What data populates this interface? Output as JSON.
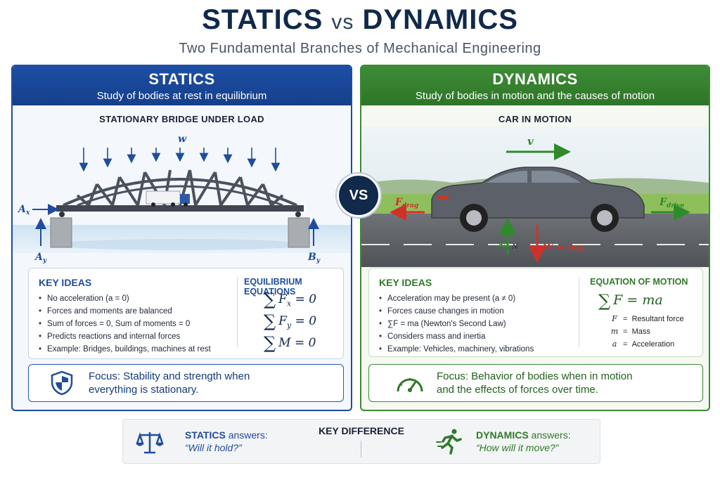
{
  "header": {
    "title_a": "STATICS",
    "title_vs": "vs",
    "title_b": "DYNAMICS",
    "subtitle": "Two Fundamental Branches of Mechanical Engineering"
  },
  "vs_badge": "VS",
  "statics": {
    "heading": "STATICS",
    "subheading": "Study of bodies at rest in equilibrium",
    "scene_label": "STATIONARY BRIDGE UNDER LOAD",
    "load_label": "w",
    "reaction_ax": "A",
    "reaction_ax_sub": "x",
    "reaction_ay": "A",
    "reaction_ay_sub": "y",
    "reaction_by": "B",
    "reaction_by_sub": "y",
    "ideas_title": "KEY IDEAS",
    "ideas": [
      "No acceleration (a = 0)",
      "Forces and moments are balanced",
      "Sum of forces = 0, Sum of moments = 0",
      "Predicts reactions and internal forces",
      "Example: Bridges, buildings, machines at rest"
    ],
    "equations_title": "EQUILIBRIUM EQUATIONS",
    "equations": [
      "F",
      "F",
      "M"
    ],
    "equations_sub": [
      "x",
      "y",
      ""
    ],
    "equations_rhs": "= 0",
    "focus_line1": "Focus: Stability and strength when",
    "focus_line2": "everything is stationary.",
    "accent": "#1f4d9e"
  },
  "dynamics": {
    "heading": "DYNAMICS",
    "subheading": "Study of bodies in motion and the causes of motion",
    "scene_label": "CAR IN MOTION",
    "velocity_label": "v",
    "drag_label": "F",
    "drag_sub": "drag",
    "drive_label": "F",
    "drive_sub": "drive",
    "normal_label": "N",
    "normal_label2": "N",
    "weight_label": "W = mg",
    "ideas_title": "KEY IDEAS",
    "ideas": [
      "Acceleration may be present (a ≠ 0)",
      "Forces cause changes in motion",
      "∑F = ma (Newton's Second Law)",
      "Considers mass and inertia",
      "Example: Vehicles, machinery, vibrations"
    ],
    "equation_title": "EQUATION OF MOTION",
    "equation": "F = ma",
    "definitions": [
      {
        "sym": "F",
        "text": "Resultant force"
      },
      {
        "sym": "m",
        "text": "Mass"
      },
      {
        "sym": "a",
        "text": "Acceleration"
      }
    ],
    "focus_line1": "Focus: Behavior of bodies when in motion",
    "focus_line2": "and the effects of forces over time.",
    "accent": "#3c8a34"
  },
  "bottom": {
    "key_difference": "KEY DIFFERENCE",
    "statics_name": "STATICS",
    "statics_answers": " answers:",
    "statics_question": "“Will it hold?”",
    "dynamics_name": "DYNAMICS",
    "dynamics_answers": " answers:",
    "dynamics_question": "“How will it move?”"
  },
  "icons": {
    "shield": "shield-icon",
    "gauge": "speedometer-icon",
    "scale": "balance-scale-icon",
    "runner": "running-person-icon"
  }
}
